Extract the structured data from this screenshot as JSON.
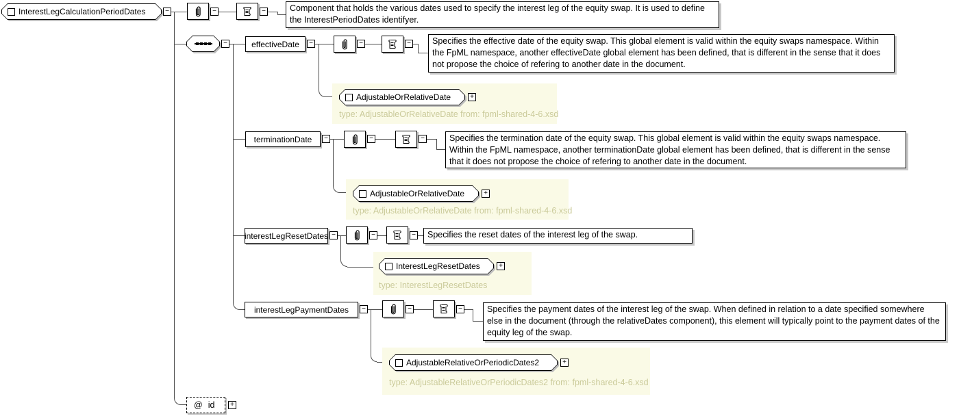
{
  "icons": {
    "collapse": "−",
    "expand": "+"
  },
  "root": {
    "label": "InterestLegCalculationPeriodDates",
    "doc": "Component that holds the various dates used to specify the interest leg of the equity swap. It is used to define the InterestPeriodDates identifyer."
  },
  "children": [
    {
      "label": "effectiveDate",
      "doc": "Specifies the effective date of the equity swap. This global element is valid within the equity swaps namespace. Within the FpML namespace, another effectiveDate global element has been defined, that is different in the sense that it does not propose the choice of refering to another date in the document.",
      "ref": {
        "label": "AdjustableOrRelativeDate",
        "type": "type: AdjustableOrRelativeDate from: fpml-shared-4-6.xsd"
      }
    },
    {
      "label": "terminationDate",
      "doc": "Specifies the termination date of the equity swap. This global element is valid within the equity swaps namespace. Within the FpML namespace, another terminationDate global element has been defined, that is different in the sense that it does not propose the choice of refering to another date in the document.",
      "ref": {
        "label": "AdjustableOrRelativeDate",
        "type": "type: AdjustableOrRelativeDate from: fpml-shared-4-6.xsd"
      }
    },
    {
      "label": "interestLegResetDates",
      "doc": "Specifies the reset dates of the interest leg of the swap.",
      "ref": {
        "label": "InterestLegResetDates",
        "type": "type: InterestLegResetDates"
      }
    },
    {
      "label": "interestLegPaymentDates",
      "doc": "Specifies the payment dates of the interest leg of the swap. When defined in relation to a date specified somewhere else in the document (through the relativeDates component), this element will typically point to the payment dates of the equity leg of the swap.",
      "ref": {
        "label": "AdjustableRelativeOrPeriodicDates2",
        "type": "type: AdjustableRelativeOrPeriodicDates2 from: fpml-shared-4-6.xsd"
      }
    }
  ],
  "attribute": {
    "prefix": "@",
    "label": "id"
  },
  "colors": {
    "container_bg": "#fafae6",
    "type_text": "#cbcb9b",
    "connector": "#4d4d4d",
    "shadow": "#bdbdbd"
  }
}
